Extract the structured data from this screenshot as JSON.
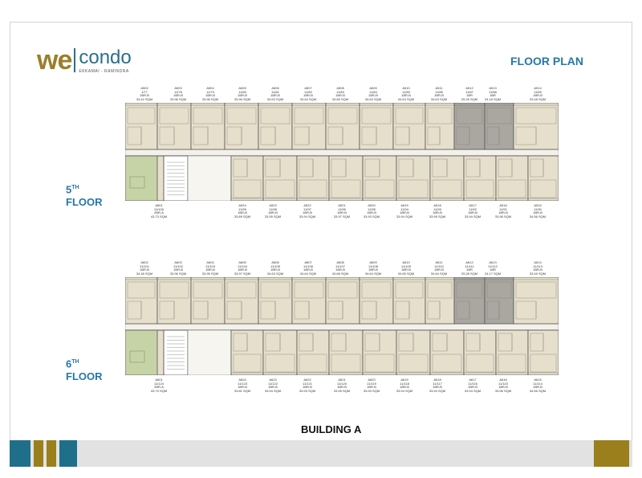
{
  "brand": {
    "we": "we",
    "condo": "condo",
    "subtitle": "EKKAMAI - RAMINDRA"
  },
  "title": "FLOOR PLAN",
  "building": "BUILDING A",
  "floors": [
    {
      "number": "5",
      "suffix": "TH",
      "word": "FLOOR",
      "top_units": [
        {
          "id": "A502",
          "lines": [
            "1/77",
            "1BR-B",
            "34.42 SQM"
          ]
        },
        {
          "id": "A503",
          "lines": [
            "11/78",
            "1BR-B",
            "33.96 SQM"
          ]
        },
        {
          "id": "A504",
          "lines": [
            "11/79",
            "1BR-B",
            "33.96 SQM"
          ]
        },
        {
          "id": "A505",
          "lines": [
            "11/80",
            "1BR-B",
            "33.96 SQM"
          ]
        },
        {
          "id": "A506",
          "lines": [
            "11/81",
            "1BR-B",
            "34.63 SQM"
          ]
        },
        {
          "id": "A507",
          "lines": [
            "11/82",
            "1BR-B",
            "34.64 SQM"
          ]
        },
        {
          "id": "A508",
          "lines": [
            "11/83",
            "1BR-B",
            "34.65 SQM"
          ]
        },
        {
          "id": "A509",
          "lines": [
            "11/84",
            "1BR-B",
            "34.63 SQM"
          ]
        },
        {
          "id": "A510",
          "lines": [
            "11/85",
            "1BR-B",
            "34.64 SQM"
          ]
        },
        {
          "id": "A511",
          "lines": [
            "11/86",
            "1BR-B",
            "34.63 SQM"
          ]
        },
        {
          "id": "A512",
          "lines": [
            "11/87",
            "1BR",
            "25.26 SQM"
          ]
        },
        {
          "id": "A513",
          "lines": [
            "11/88",
            "1BR",
            "24.18 SQM"
          ]
        },
        {
          "id": "A514",
          "lines": [
            "11/89",
            "1BR-B",
            "33.48 SQM"
          ]
        }
      ],
      "bottom_units": [
        {
          "id": "A501",
          "lines": [
            "11/100",
            "2BR-A",
            "43.73 SQM"
          ]
        },
        {
          "id": "A524",
          "lines": [
            "11/99",
            "1BR-B",
            "33.89 SQM"
          ]
        },
        {
          "id": "A523",
          "lines": [
            "11/98",
            "1BR-B",
            "33.95 SQM"
          ]
        },
        {
          "id": "A522",
          "lines": [
            "11/97",
            "1BR-B",
            "33.94 SQM"
          ]
        },
        {
          "id": "A521",
          "lines": [
            "11/96",
            "1BR-B",
            "33.97 SQM"
          ]
        },
        {
          "id": "A520",
          "lines": [
            "11/95",
            "1BR-B",
            "33.93 SQM"
          ]
        },
        {
          "id": "A519",
          "lines": [
            "11/94",
            "1BR-B",
            "33.94 SQM"
          ]
        },
        {
          "id": "A518",
          "lines": [
            "11/93",
            "1BR-B",
            "33.95 SQM"
          ]
        },
        {
          "id": "A517",
          "lines": [
            "11/92",
            "1BR-B",
            "33.94 SQM"
          ]
        },
        {
          "id": "A516",
          "lines": [
            "11/91",
            "1BR-B",
            "33.96 SQM"
          ]
        },
        {
          "id": "A515",
          "lines": [
            "11/90",
            "1BR-B",
            "34.56 SQM"
          ]
        }
      ]
    },
    {
      "number": "6",
      "suffix": "TH",
      "word": "FLOOR",
      "top_units": [
        {
          "id": "A602",
          "lines": [
            "11/101",
            "1BR-B",
            "34.48 SQM"
          ]
        },
        {
          "id": "A603",
          "lines": [
            "11/102",
            "1BR-B",
            "33.96 SQM"
          ]
        },
        {
          "id": "A604",
          "lines": [
            "11/103",
            "1BR-B",
            "33.95 SQM"
          ]
        },
        {
          "id": "A605",
          "lines": [
            "11/104",
            "1BR-B",
            "33.97 SQM"
          ]
        },
        {
          "id": "A606",
          "lines": [
            "11/105",
            "1BR-B",
            "34.63 SQM"
          ]
        },
        {
          "id": "A607",
          "lines": [
            "11/106",
            "1BR-B",
            "34.64 SQM"
          ]
        },
        {
          "id": "A608",
          "lines": [
            "11/107",
            "1BR-B",
            "34.66 SQM"
          ]
        },
        {
          "id": "A609",
          "lines": [
            "11/108",
            "1BR-B",
            "34.64 SQM"
          ]
        },
        {
          "id": "A610",
          "lines": [
            "11/109",
            "1BR-B",
            "34.65 SQM"
          ]
        },
        {
          "id": "A611",
          "lines": [
            "11/110",
            "1BR-B",
            "34.64 SQM"
          ]
        },
        {
          "id": "A612",
          "lines": [
            "11/111",
            "1BR",
            "25.28 SQM"
          ]
        },
        {
          "id": "A613",
          "lines": [
            "11/112",
            "1BR",
            "24.17 SQM"
          ]
        },
        {
          "id": "A614",
          "lines": [
            "11/113",
            "1BR-B",
            "33.49 SQM"
          ]
        }
      ],
      "bottom_units": [
        {
          "id": "A601",
          "lines": [
            "11/124",
            "2BR-A",
            "43.79 SQM"
          ]
        },
        {
          "id": "A624",
          "lines": [
            "11/123",
            "1BR-B",
            "33.81 SQM"
          ]
        },
        {
          "id": "A623",
          "lines": [
            "11/122",
            "1BR-B",
            "33.94 SQM"
          ]
        },
        {
          "id": "A622",
          "lines": [
            "11/121",
            "1BR-B",
            "33.93 SQM"
          ]
        },
        {
          "id": "A621",
          "lines": [
            "11/120",
            "1BR-B",
            "33.95 SQM"
          ]
        },
        {
          "id": "A620",
          "lines": [
            "11/119",
            "1BR-B",
            "33.93 SQM"
          ]
        },
        {
          "id": "A619",
          "lines": [
            "11/118",
            "1BR-B",
            "33.94 SQM"
          ]
        },
        {
          "id": "A618",
          "lines": [
            "11/117",
            "1BR-B",
            "33.94 SQM"
          ]
        },
        {
          "id": "A617",
          "lines": [
            "11/116",
            "1BR-B",
            "33.94 SQM"
          ]
        },
        {
          "id": "A616",
          "lines": [
            "11/115",
            "1BR-B",
            "33.96 SQM"
          ]
        },
        {
          "id": "A615",
          "lines": [
            "11/114",
            "1BR-B",
            "34.56 SQM"
          ]
        }
      ]
    }
  ],
  "colors": {
    "beige": "#e6dfcc",
    "green": "#c5d3a6",
    "gray": "#a9a7a0",
    "gold": "#9a7f1c",
    "teal": "#1f6f8b",
    "blue": "#2777a8"
  }
}
